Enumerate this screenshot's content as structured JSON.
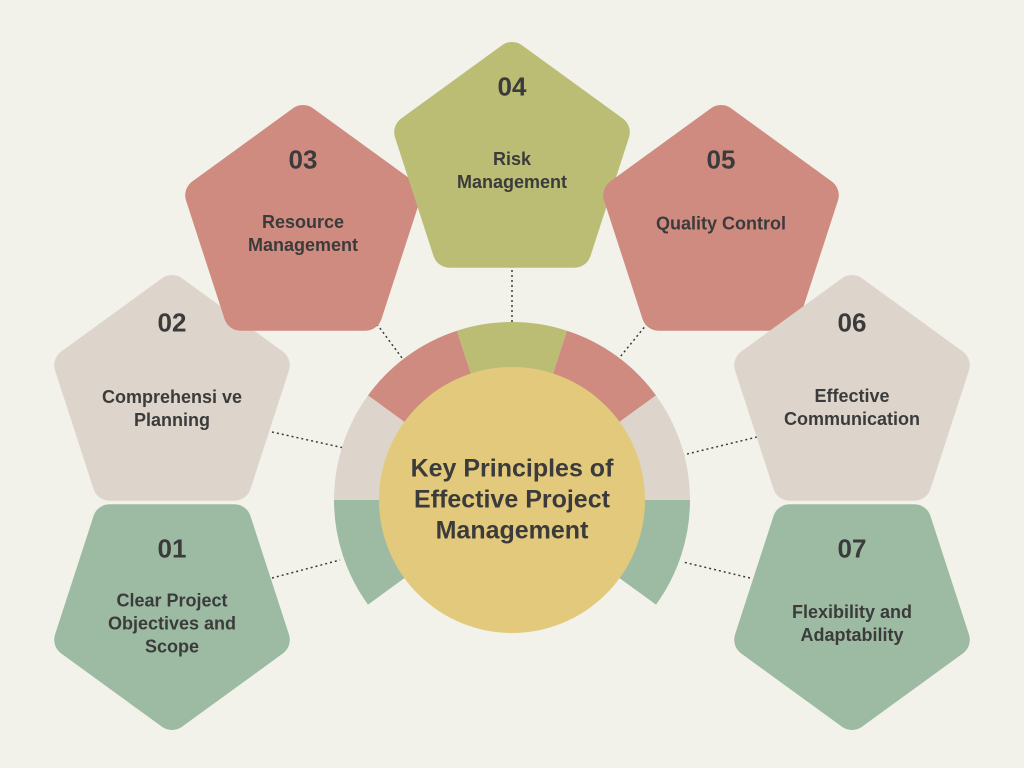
{
  "title": "Key Principles of Effective Project Management",
  "colors": {
    "background": "#f2f2eb",
    "green": "#9dbba2",
    "beige": "#ddd5cb",
    "red": "#cf8b80",
    "olive": "#bbbd74",
    "center": "#e3c97b",
    "text": "#3b3b3b"
  },
  "principles": [
    {
      "number": "01",
      "label": "Clear Project Objectives and Scope",
      "color": "green"
    },
    {
      "number": "02",
      "label": "Comprehensi ve Planning",
      "color": "beige"
    },
    {
      "number": "03",
      "label": "Resource Management",
      "color": "red"
    },
    {
      "number": "04",
      "label": "Risk Management",
      "color": "olive"
    },
    {
      "number": "05",
      "label": "Quality Control",
      "color": "red"
    },
    {
      "number": "06",
      "label": "Effective Communication",
      "color": "beige"
    },
    {
      "number": "07",
      "label": "Flexibility and Adaptability",
      "color": "green"
    }
  ]
}
